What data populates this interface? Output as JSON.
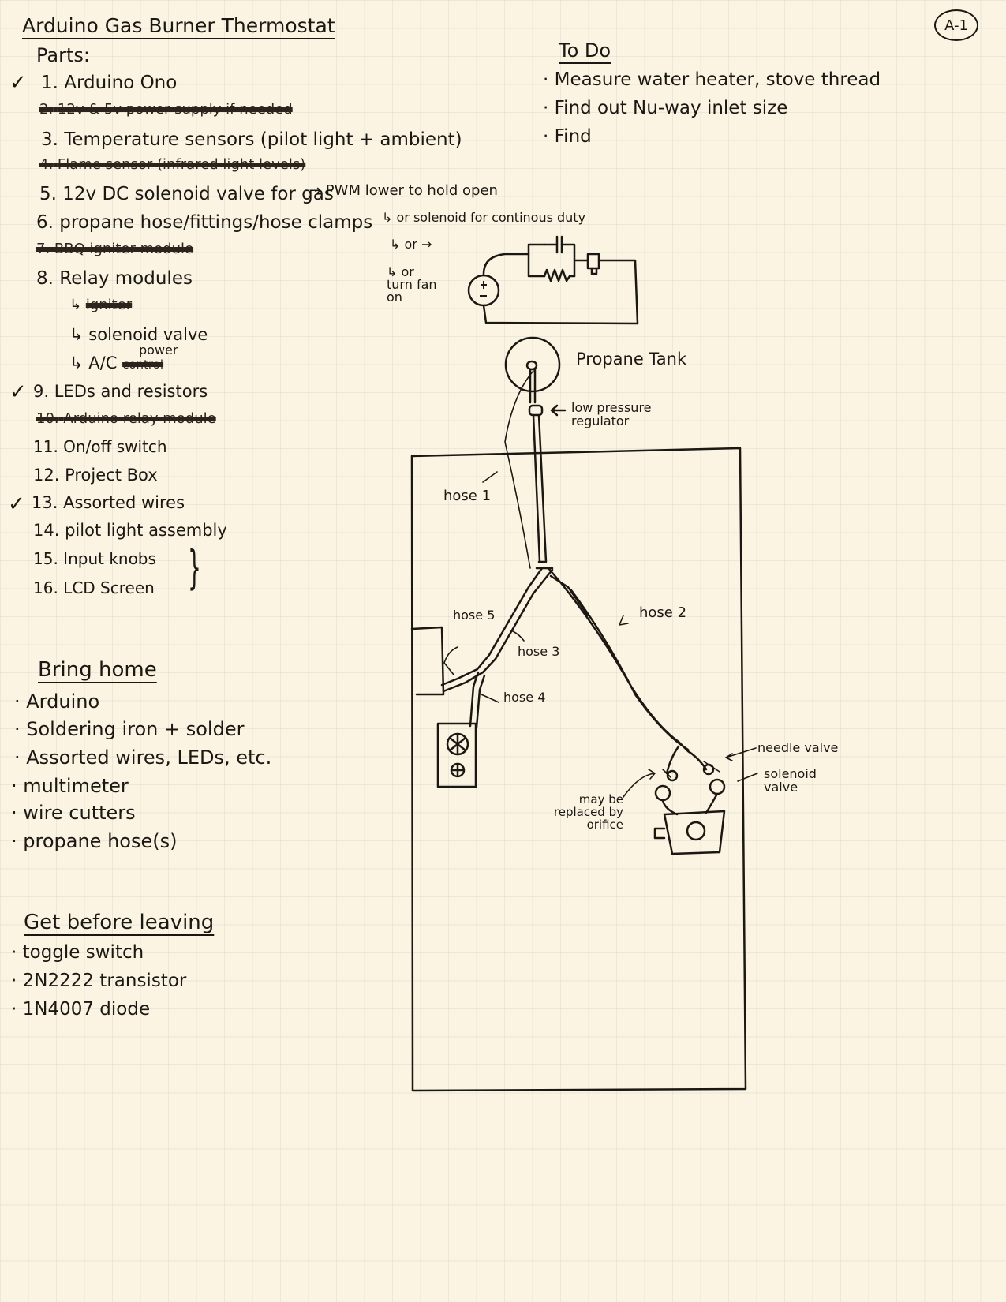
{
  "page": {
    "title": "Arduino Gas Burner Thermostat",
    "page_label": "A-1",
    "background_color": "#fbf4e2",
    "ink_color": "#1b1712"
  },
  "parts": {
    "heading": "Parts:",
    "items": [
      {
        "number": "1.",
        "text": "Arduino Ono",
        "checked": true,
        "struck": false
      },
      {
        "number": "2.",
        "text": "12v & 5v power supply if needed",
        "checked": false,
        "struck": true
      },
      {
        "number": "3.",
        "text": "Temperature sensors (pilot light + ambient)",
        "checked": false,
        "struck": false
      },
      {
        "number": "4.",
        "text": "Flame sensor (infrared light levels)",
        "checked": false,
        "struck": true
      },
      {
        "number": "5.",
        "text": "12v DC solenoid valve for gas",
        "checked": false,
        "struck": false
      },
      {
        "number": "6.",
        "text": "propane hose/fittings/hose clamps",
        "checked": false,
        "struck": false
      },
      {
        "number": "7.",
        "text": "BBQ igniter module",
        "checked": false,
        "struck": true
      },
      {
        "number": "8.",
        "text": "Relay modules",
        "checked": false,
        "struck": false
      },
      {
        "number": "9.",
        "text": "LEDs and resistors",
        "checked": true,
        "struck": false
      },
      {
        "number": "10.",
        "text": "Arduino relay module",
        "checked": false,
        "struck": true
      },
      {
        "number": "11.",
        "text": "On/off switch",
        "checked": false,
        "struck": false
      },
      {
        "number": "12.",
        "text": "Project Box",
        "checked": false,
        "struck": false
      },
      {
        "number": "13.",
        "text": "Assorted wires",
        "checked": true,
        "struck": false
      },
      {
        "number": "14.",
        "text": "pilot light assembly",
        "checked": false,
        "struck": false
      },
      {
        "number": "15.",
        "text": "Input knobs",
        "checked": false,
        "struck": false
      },
      {
        "number": "16.",
        "text": "LCD Screen",
        "checked": false,
        "struck": false
      }
    ],
    "relay_subitems": [
      {
        "text": "igniter",
        "struck": true
      },
      {
        "text": "solenoid valve",
        "struck": false
      },
      {
        "text": "A/C",
        "struck": false,
        "struck_word": "control",
        "inserted_word": "power"
      }
    ],
    "solenoid_notes": [
      "→ PWM lower to hold open",
      "↳ or solenoid for continous duty",
      "↳ or →",
      "↳ or turn fan on"
    ]
  },
  "todo": {
    "heading": "To Do",
    "items": [
      "Measure water heater, stove thread",
      "Find out Nu-way inlet size",
      "Find"
    ]
  },
  "bring_home": {
    "heading": "Bring home",
    "items": [
      "Arduino",
      "Soldering iron + solder",
      "Assorted wires, LEDs, etc.",
      "multimeter",
      "wire cutters",
      "propane hose(s)"
    ]
  },
  "get_before_leaving": {
    "heading": "Get before leaving",
    "items": [
      "toggle switch",
      "2N2222 transistor",
      "1N4007 diode"
    ]
  },
  "diagram": {
    "circuit_symbols": {
      "source": "±"
    },
    "labels": {
      "propane_tank": "Propane Tank",
      "regulator": "low pressure regulator",
      "hose1": "hose 1",
      "hose2": "hose 2",
      "hose3": "hose 3",
      "hose4": "hose 4",
      "hose5": "hose 5",
      "needle_valve": "needle valve",
      "solenoid_valve": "solenoid valve",
      "orifice_note": "may be replaced by orifice"
    }
  }
}
